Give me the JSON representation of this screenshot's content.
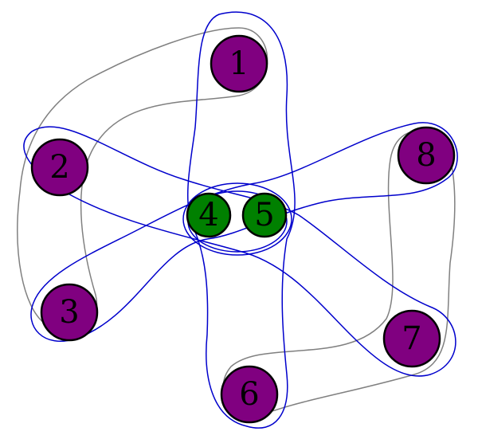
{
  "colors": {
    "background": "#ffffff",
    "node_outer": "#800080",
    "node_inner": "#008000",
    "node_stroke": "#000000",
    "hyperedge_gray": "#808080",
    "hyperedge_blue": "#0000cc"
  },
  "nodes": [
    {
      "id": "n1",
      "label": "1",
      "group": "outer"
    },
    {
      "id": "n2",
      "label": "2",
      "group": "outer"
    },
    {
      "id": "n3",
      "label": "3",
      "group": "outer"
    },
    {
      "id": "n4",
      "label": "4",
      "group": "inner"
    },
    {
      "id": "n5",
      "label": "5",
      "group": "inner"
    },
    {
      "id": "n6",
      "label": "6",
      "group": "outer"
    },
    {
      "id": "n7",
      "label": "7",
      "group": "outer"
    },
    {
      "id": "n8",
      "label": "8",
      "group": "outer"
    }
  ],
  "hyperedges": [
    {
      "members": [
        "1",
        "2",
        "3"
      ],
      "color": "gray"
    },
    {
      "members": [
        "6",
        "7",
        "8"
      ],
      "color": "gray"
    },
    {
      "members": [
        "1",
        "4",
        "5",
        "6"
      ],
      "color": "blue"
    },
    {
      "members": [
        "2",
        "4",
        "5",
        "7"
      ],
      "color": "blue"
    },
    {
      "members": [
        "3",
        "4",
        "5",
        "8"
      ],
      "color": "blue"
    },
    {
      "members": [
        "4",
        "5"
      ],
      "color": "blue"
    }
  ]
}
